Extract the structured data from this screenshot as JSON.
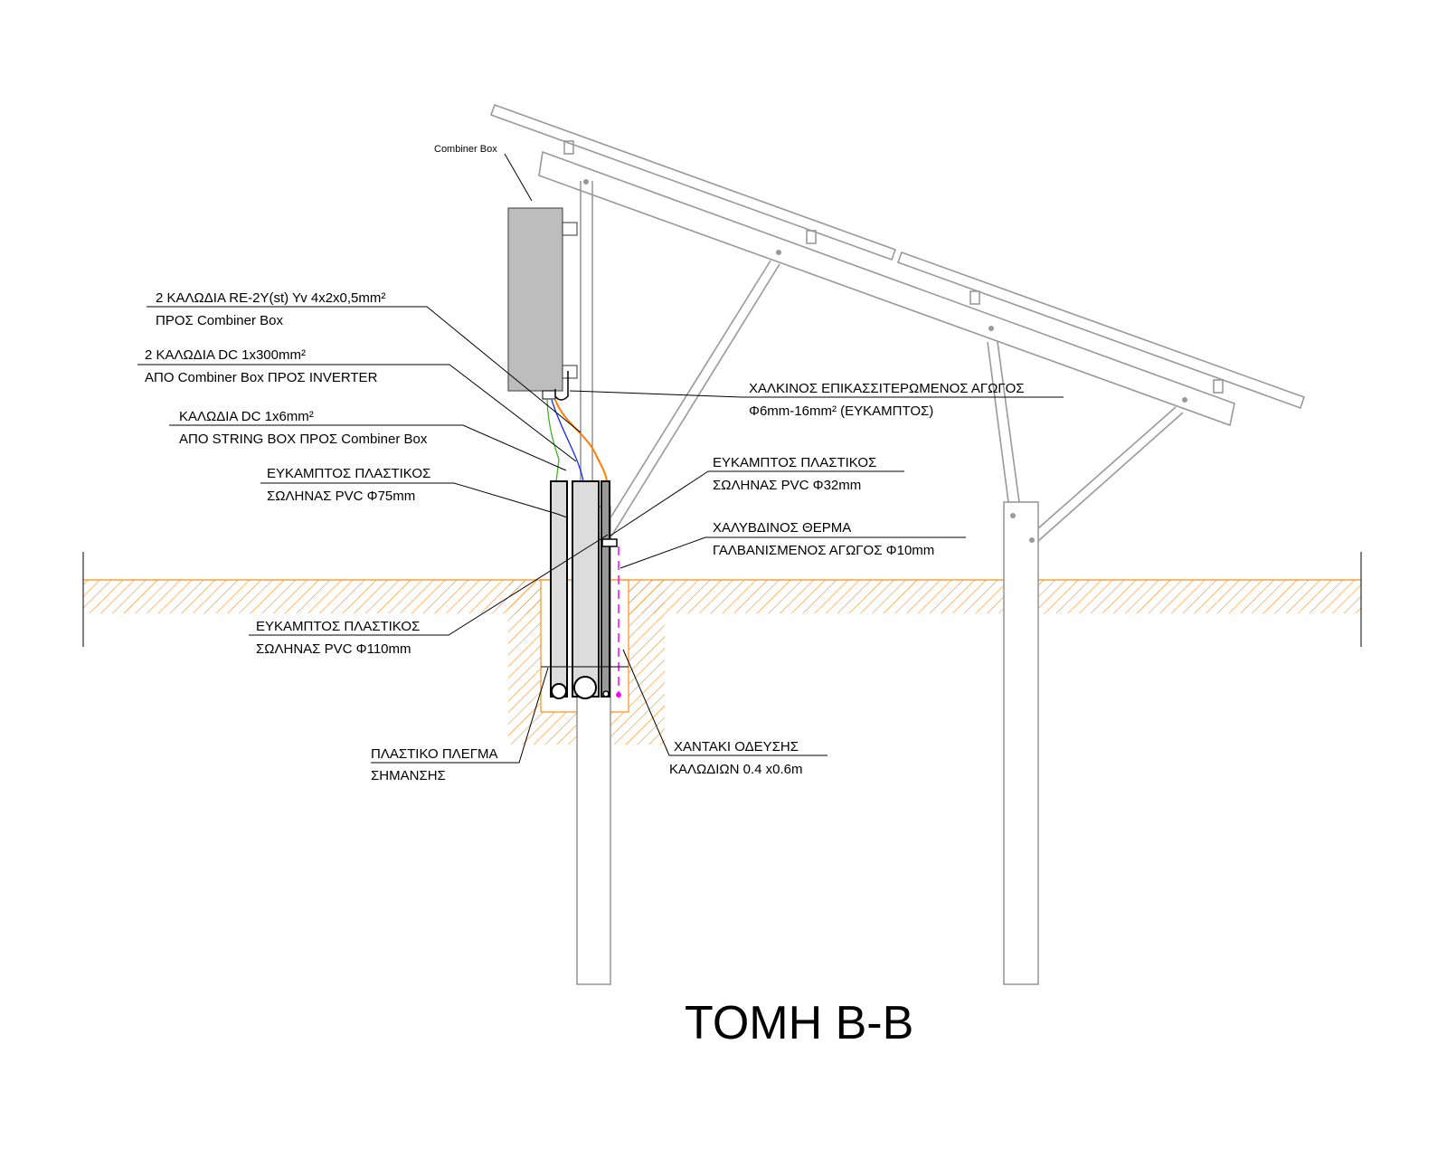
{
  "drawing": {
    "title": "ΤΟΜΗ Β-Β",
    "combiner_box_label": "Combiner Box",
    "annotations": [
      {
        "line1": "2 ΚΑΛΩΔΙΑ RE-2Y(st) Yv 4x2x0,5mm²",
        "line2": "ΠΡΟΣ Combiner Box"
      },
      {
        "line1": "2 ΚΑΛΩΔΙΑ DC 1x300mm²",
        "line2": "ΑΠΟ Combiner Box ΠΡΟΣ INVERTER"
      },
      {
        "line1": "ΚΑΛΩΔΙΑ DC 1x6mm²",
        "line2": "ΑΠΟ STRING BOX ΠΡΟΣ Combiner Box"
      },
      {
        "line1": "ΕΥΚΑΜΠΤΟΣ ΠΛΑΣΤΙΚΟΣ",
        "line2": "ΣΩΛΗΝΑΣ PVC Φ75mm"
      },
      {
        "line1": "ΕΥΚΑΜΠΤΟΣ ΠΛΑΣΤΙΚΟΣ",
        "line2": "ΣΩΛΗΝΑΣ PVC Φ110mm"
      },
      {
        "line1": "ΠΛΑΣΤΙΚΟ ΠΛΕΓΜΑ",
        "line2": "ΣΗΜΑΝΣΗΣ"
      },
      {
        "line1": "ΧΑΛΚΙΝΟΣ ΕΠΙΚΑΣΣΙΤΕΡΩΜΕΝΟΣ ΑΓΩΓΟΣ",
        "line2": "Φ6mm-16mm² (ΕΥΚΑΜΠΤΟΣ)"
      },
      {
        "line1": "ΕΥΚΑΜΠΤΟΣ ΠΛΑΣΤΙΚΟΣ",
        "line2": "ΣΩΛΗΝΑΣ PVC Φ32mm"
      },
      {
        "line1": "ΧΑΛΥΒΔΙΝΟΣ ΘΕΡΜΑ",
        "line2": "ΓΑΛΒΑΝΙΣΜΕΝΟΣ ΑΓΩΓΟΣ Φ10mm"
      },
      {
        "line1": "ΧΑΝΤΑΚΙ ΟΔΕΥΣΗΣ",
        "line2": "ΚΑΛΩΔΙΩΝ 0.4 x0.6m"
      }
    ]
  },
  "colors": {
    "ground_hatch": "#ff8c1a",
    "cable_green": "#3cb521",
    "cable_blue": "#1a2cff",
    "cable_orange": "#ff7f00",
    "earth_rod": "#ff00ff",
    "combiner_box": "#bdbdbd",
    "pipe": "#dcdcdc"
  }
}
